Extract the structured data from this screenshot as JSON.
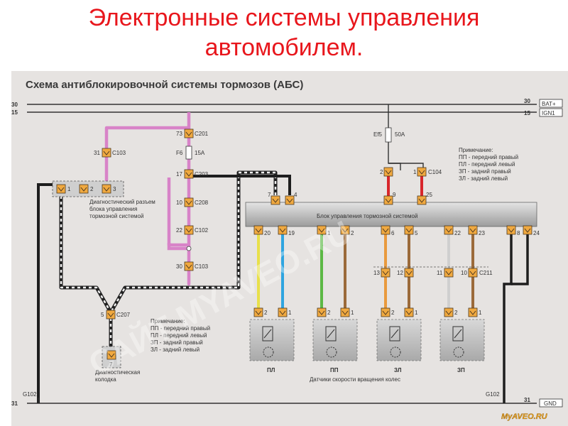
{
  "slide": {
    "title_line1": "Электронные системы управления",
    "title_line2": "автомобилем."
  },
  "diagram": {
    "title": "Схема антиблокировочной системы тормозов (АБС)",
    "rails": {
      "r30_left": "30",
      "r15_left": "15",
      "r31_left": "31",
      "r30_right": "30",
      "r15_right": "15",
      "r31_right": "31",
      "bat": "BAT+",
      "ign": "IGN1",
      "gnd": "GND",
      "g102_left": "G102",
      "g102_right": "G102"
    },
    "connectors": {
      "c103_top": "C103",
      "c103_top_pin": "31",
      "c201": "C201",
      "c201_pin": "73",
      "f6": "F6",
      "f6_amp": "15A",
      "c203": "C203",
      "c203_pin": "17",
      "c208": "C208",
      "c208_pin": "10",
      "c102": "C102",
      "c102_pin": "22",
      "c103_bot": "C103",
      "c103_bot_pin": "30",
      "ef5": "Ef5",
      "ef5_amp": "50A",
      "c104": "C104",
      "c104_pin1": "2",
      "c104_pin2": "1",
      "c207": "C207",
      "c207_pin": "5",
      "c211": "C211",
      "c211_pins": [
        "13",
        "12",
        "11",
        "10"
      ]
    },
    "diag_connector": {
      "pins": [
        "1",
        "2",
        "3"
      ],
      "label": "Диагностический разъем блока управления тормозной системой"
    },
    "ecu": {
      "label": "Блок управления тормозной системой",
      "top_pins": [
        "7",
        "4",
        "9",
        "25"
      ],
      "bottom_pins": [
        "20",
        "19",
        "1",
        "2",
        "6",
        "5",
        "22",
        "23",
        "8",
        "24"
      ]
    },
    "sensors": {
      "labels": [
        "ПЛ",
        "ПП",
        "ЗЛ",
        "ЗП"
      ],
      "pins": [
        "2",
        "1"
      ],
      "caption": "Датчики скорости вращения колес"
    },
    "diag_block": {
      "pin": "7",
      "label": "Диагностическая колодка"
    },
    "note_right": {
      "heading": "Примечание:",
      "lines": [
        "ПП - передний правый",
        "ПЛ - передний левый",
        "ЗП - задний правый",
        "ЗЛ - задний левый"
      ]
    },
    "note_bottom": {
      "heading": "Примечание:",
      "lines": [
        "ПП - передний правый",
        "ПЛ - передний левый",
        "ЗП - задний правый",
        "ЗЛ - задний левый"
      ]
    },
    "watermark": "САЙТ MYAVEO.RU",
    "logo": "MyAVEO.RU",
    "colors": {
      "title": "#e8161c",
      "panel": "#e6e3e1",
      "wire_pink": "#d883c8",
      "wire_red": "#d8262b",
      "wire_yellow": "#e8e04a",
      "wire_blue": "#2fa5e0",
      "wire_green": "#5cb845",
      "wire_brown": "#9b6a3a",
      "wire_orange": "#e99a3e",
      "wire_white": "#f4f4f4",
      "connector_fill": "#f0a940"
    }
  }
}
